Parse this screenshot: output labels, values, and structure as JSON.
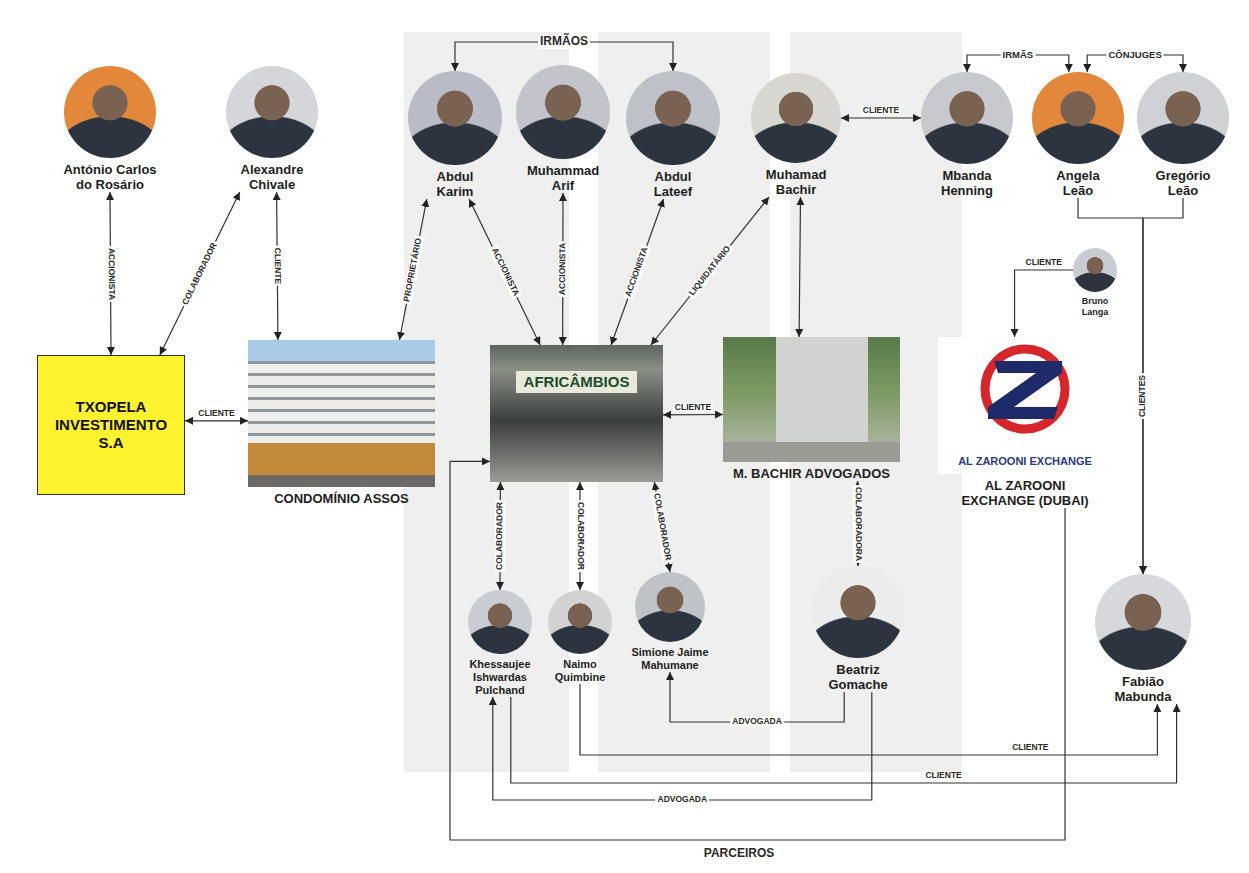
{
  "diagram": {
    "nodes": [
      {
        "text": [
          "António Carlos do Rosário"
        ]
      },
      {
        "text": [
          "Alexandre Chivale"
        ]
      },
      {
        "text": [
          "Abdul Karim"
        ]
      },
      {
        "text": [
          "Muhammad Arif"
        ]
      },
      {
        "text": [
          "Abdul Lateef"
        ]
      },
      {
        "text": [
          "Muhamad Bachir"
        ]
      },
      {
        "text": [
          "Mbanda Henning"
        ]
      },
      {
        "text": [
          "Angela Leão"
        ]
      },
      {
        "text": [
          "Gregório Leão"
        ]
      },
      {
        "text": [
          "Bruno Langa"
        ]
      },
      {
        "text": [
          "TXOPELA INVESTIMENTO S.A"
        ]
      },
      {
        "text": [
          "CONDOMÍNIO ASSOS"
        ]
      },
      {
        "text": [
          "AFRICÂMBIOS"
        ]
      },
      {
        "text": [
          "M. BACHIR ADVOGADOS"
        ]
      },
      {
        "text": [
          "AL ZAROONI EXCHANGE",
          "AL ZAROONI EXCHANGE (DUBAI)"
        ]
      },
      {
        "text": [
          "Khessaujee Ishwardas Pulchand"
        ]
      },
      {
        "text": [
          "Naimo Quimbine"
        ]
      },
      {
        "text": [
          "Simione Jaime Mahumane"
        ]
      },
      {
        "text": [
          "Beatriz Gomache"
        ]
      },
      {
        "text": [
          "Fabião Mabunda"
        ]
      }
    ],
    "edges": [
      {
        "from": 2,
        "to": 4,
        "label": "IRMÃOS",
        "arrow": "both"
      },
      {
        "from": 6,
        "to": 7,
        "label": "IRMÃS",
        "arrow": "both"
      },
      {
        "from": 7,
        "to": 8,
        "label": "CÔNJUGES",
        "arrow": "both"
      },
      {
        "from": 5,
        "to": 6,
        "label": "CLIENTE",
        "arrow": "both"
      },
      {
        "from": 0,
        "to": 10,
        "label": "ACCIONISTA",
        "arrow": "both"
      },
      {
        "from": 1,
        "to": 10,
        "label": "COLABORADOR",
        "arrow": "both"
      },
      {
        "from": 1,
        "to": 11,
        "label": "CLIENTE",
        "arrow": "both"
      },
      {
        "from": 10,
        "to": 11,
        "label": "CLIENTE",
        "arrow": "both"
      },
      {
        "from": 2,
        "to": 11,
        "label": "PROPRIETÁRIO",
        "arrow": "both"
      },
      {
        "from": 2,
        "to": 12,
        "label": "ACCIONISTA",
        "arrow": "both"
      },
      {
        "from": 3,
        "to": 12,
        "label": "ACCIONISTA",
        "arrow": "both"
      },
      {
        "from": 4,
        "to": 12,
        "label": "ACCIONISTA",
        "arrow": "both"
      },
      {
        "from": 5,
        "to": 12,
        "label": "LIQUIDATÁRIO",
        "arrow": "both"
      },
      {
        "from": 5,
        "to": 13,
        "arrow": "both"
      },
      {
        "from": 12,
        "to": 13,
        "label": "CLIENTE",
        "arrow": "both"
      },
      {
        "from": 12,
        "to": 15,
        "label": "COLABORADOR",
        "arrow": "both"
      },
      {
        "from": 12,
        "to": 16,
        "label": "COLABORADOR",
        "arrow": "both"
      },
      {
        "from": 12,
        "to": 17,
        "label": "COLABORADOR",
        "arrow": "both"
      },
      {
        "from": 13,
        "to": 18,
        "label": "COLABORADORA",
        "arrow": "both"
      },
      {
        "from": 18,
        "to": 17,
        "label": "ADVOGADA",
        "arrow": "to"
      },
      {
        "from": 18,
        "to": 15,
        "label": "ADVOGADA",
        "arrow": "to"
      },
      {
        "from": 16,
        "to": 19,
        "label": "CLIENTE",
        "arrow": "to"
      },
      {
        "from": 15,
        "to": 19,
        "label": "CLIENTE",
        "arrow": "to"
      },
      {
        "from": 9,
        "to": 14,
        "label": "CLIENTE",
        "arrow": "to"
      },
      {
        "from": 7,
        "to": 19,
        "label": "CLIENTES",
        "arrow": "to"
      },
      {
        "from": 8,
        "to": 19,
        "arrow": "to"
      },
      {
        "from": 14,
        "to": 12,
        "label": "PARCEIROS",
        "arrow": "to"
      }
    ]
  }
}
